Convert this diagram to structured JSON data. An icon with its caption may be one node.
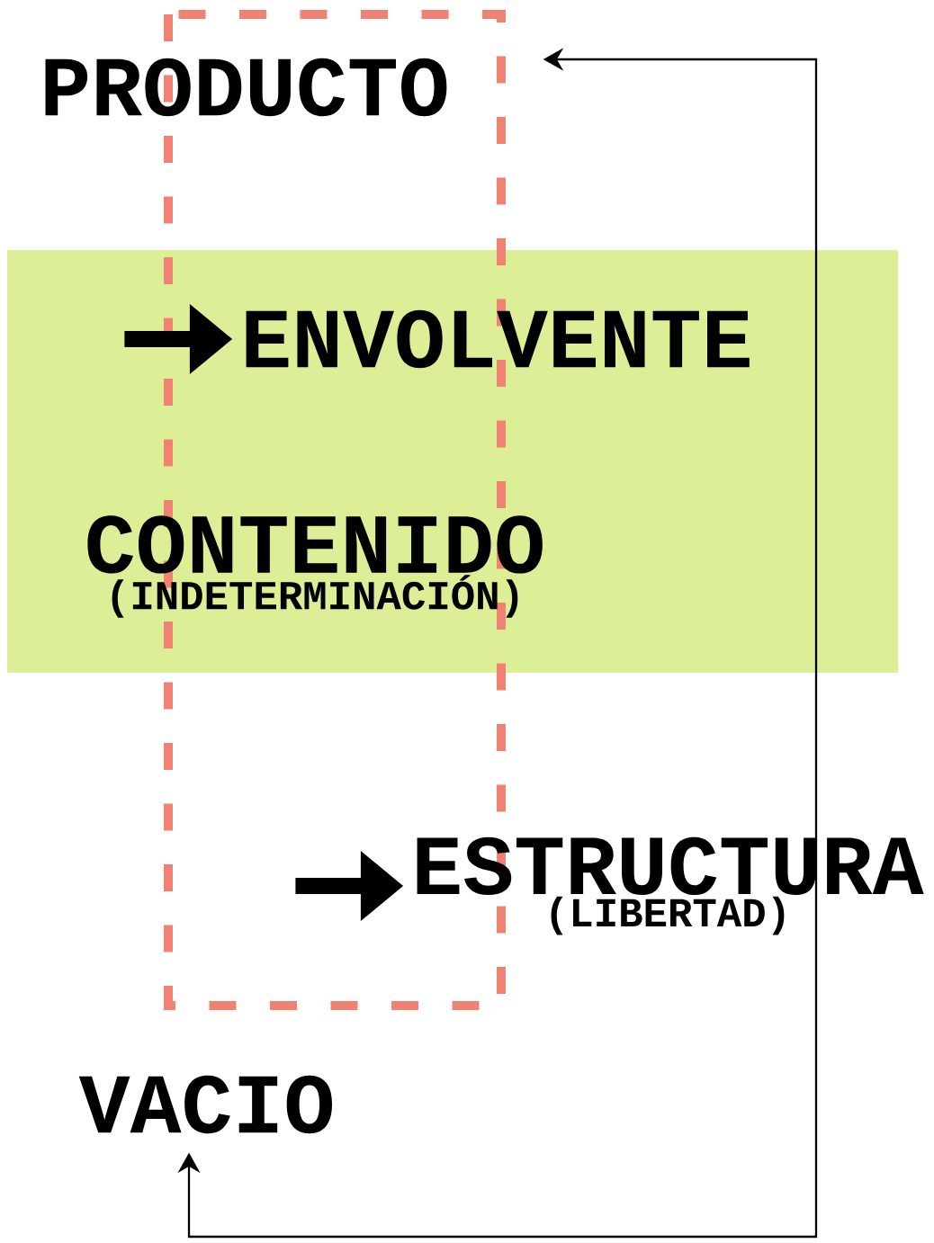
{
  "diagram": {
    "nodes": [
      {
        "text": [
          "PRODUCTO"
        ]
      },
      {
        "text": [],
        "shape": "band"
      },
      {
        "text": [
          "ENVOLVENTE"
        ],
        "in": 1
      },
      {
        "text": [
          "CONTENIDO",
          "(INDETERMINACIÓN)"
        ],
        "in": 1
      },
      {
        "text": [
          "ESTRUCTURA",
          "(LIBERTAD)"
        ]
      },
      {
        "text": [
          "VACIO"
        ]
      }
    ],
    "edges": [
      {
        "from": 5,
        "to": 0,
        "arrow": "both"
      },
      {
        "from": null,
        "to": 2,
        "arrow": "to"
      },
      {
        "from": null,
        "to": 4,
        "arrow": "to"
      }
    ]
  }
}
